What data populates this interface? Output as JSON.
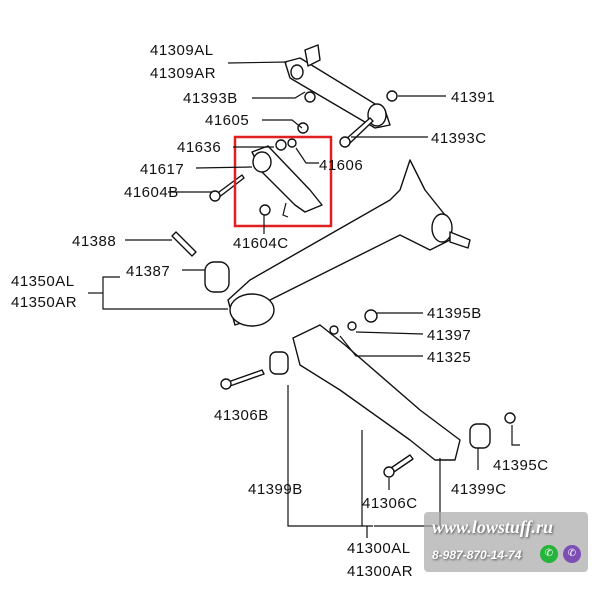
{
  "highlight_color": "#e02020",
  "labels": {
    "p41309AL": "41309AL",
    "p41309AR": "41309AR",
    "p41393B": "41393B",
    "p41605": "41605",
    "p41636": "41636",
    "p41617": "41617",
    "p41604B": "41604B",
    "p41606": "41606",
    "p41391": "41391",
    "p41393C": "41393C",
    "p41604C": "41604C",
    "p41388": "41388",
    "p41387": "41387",
    "p41350AL": "41350AL",
    "p41350AR": "41350AR",
    "p41395B": "41395B",
    "p41397": "41397",
    "p41325": "41325",
    "p41306B": "41306B",
    "p41399B": "41399B",
    "p41306C": "41306C",
    "p41399C": "41399C",
    "p41395C": "41395C",
    "p41300AL": "41300AL",
    "p41300AR": "41300AR"
  },
  "watermark": {
    "url": "www.lowstuff.ru",
    "phone": "8-987-870-14-74",
    "icons": [
      "whatsapp-icon",
      "viber-icon"
    ]
  }
}
